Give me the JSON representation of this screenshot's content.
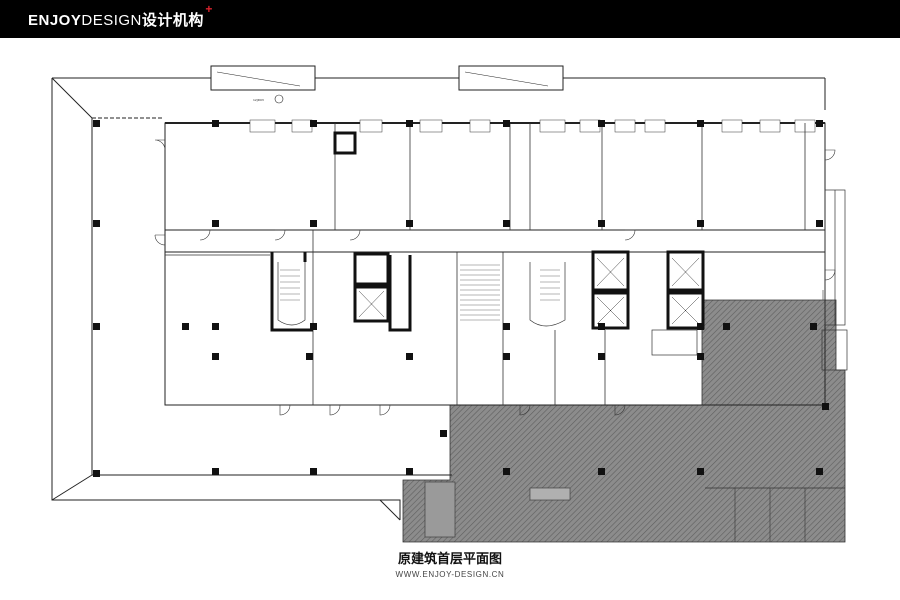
{
  "header": {
    "brand_enjoy": "ENJOY",
    "brand_design": "DESIGN",
    "brand_cn": "设计机构",
    "brand_plus": "+",
    "accent_color": "#d9232d",
    "bar_color": "#000000"
  },
  "plan": {
    "title": "原建筑首层平面图",
    "website": "WWW.ENJOY-DESIGN.CN",
    "north_label": "12JD03",
    "hatch_color": "#7a7a7a"
  }
}
